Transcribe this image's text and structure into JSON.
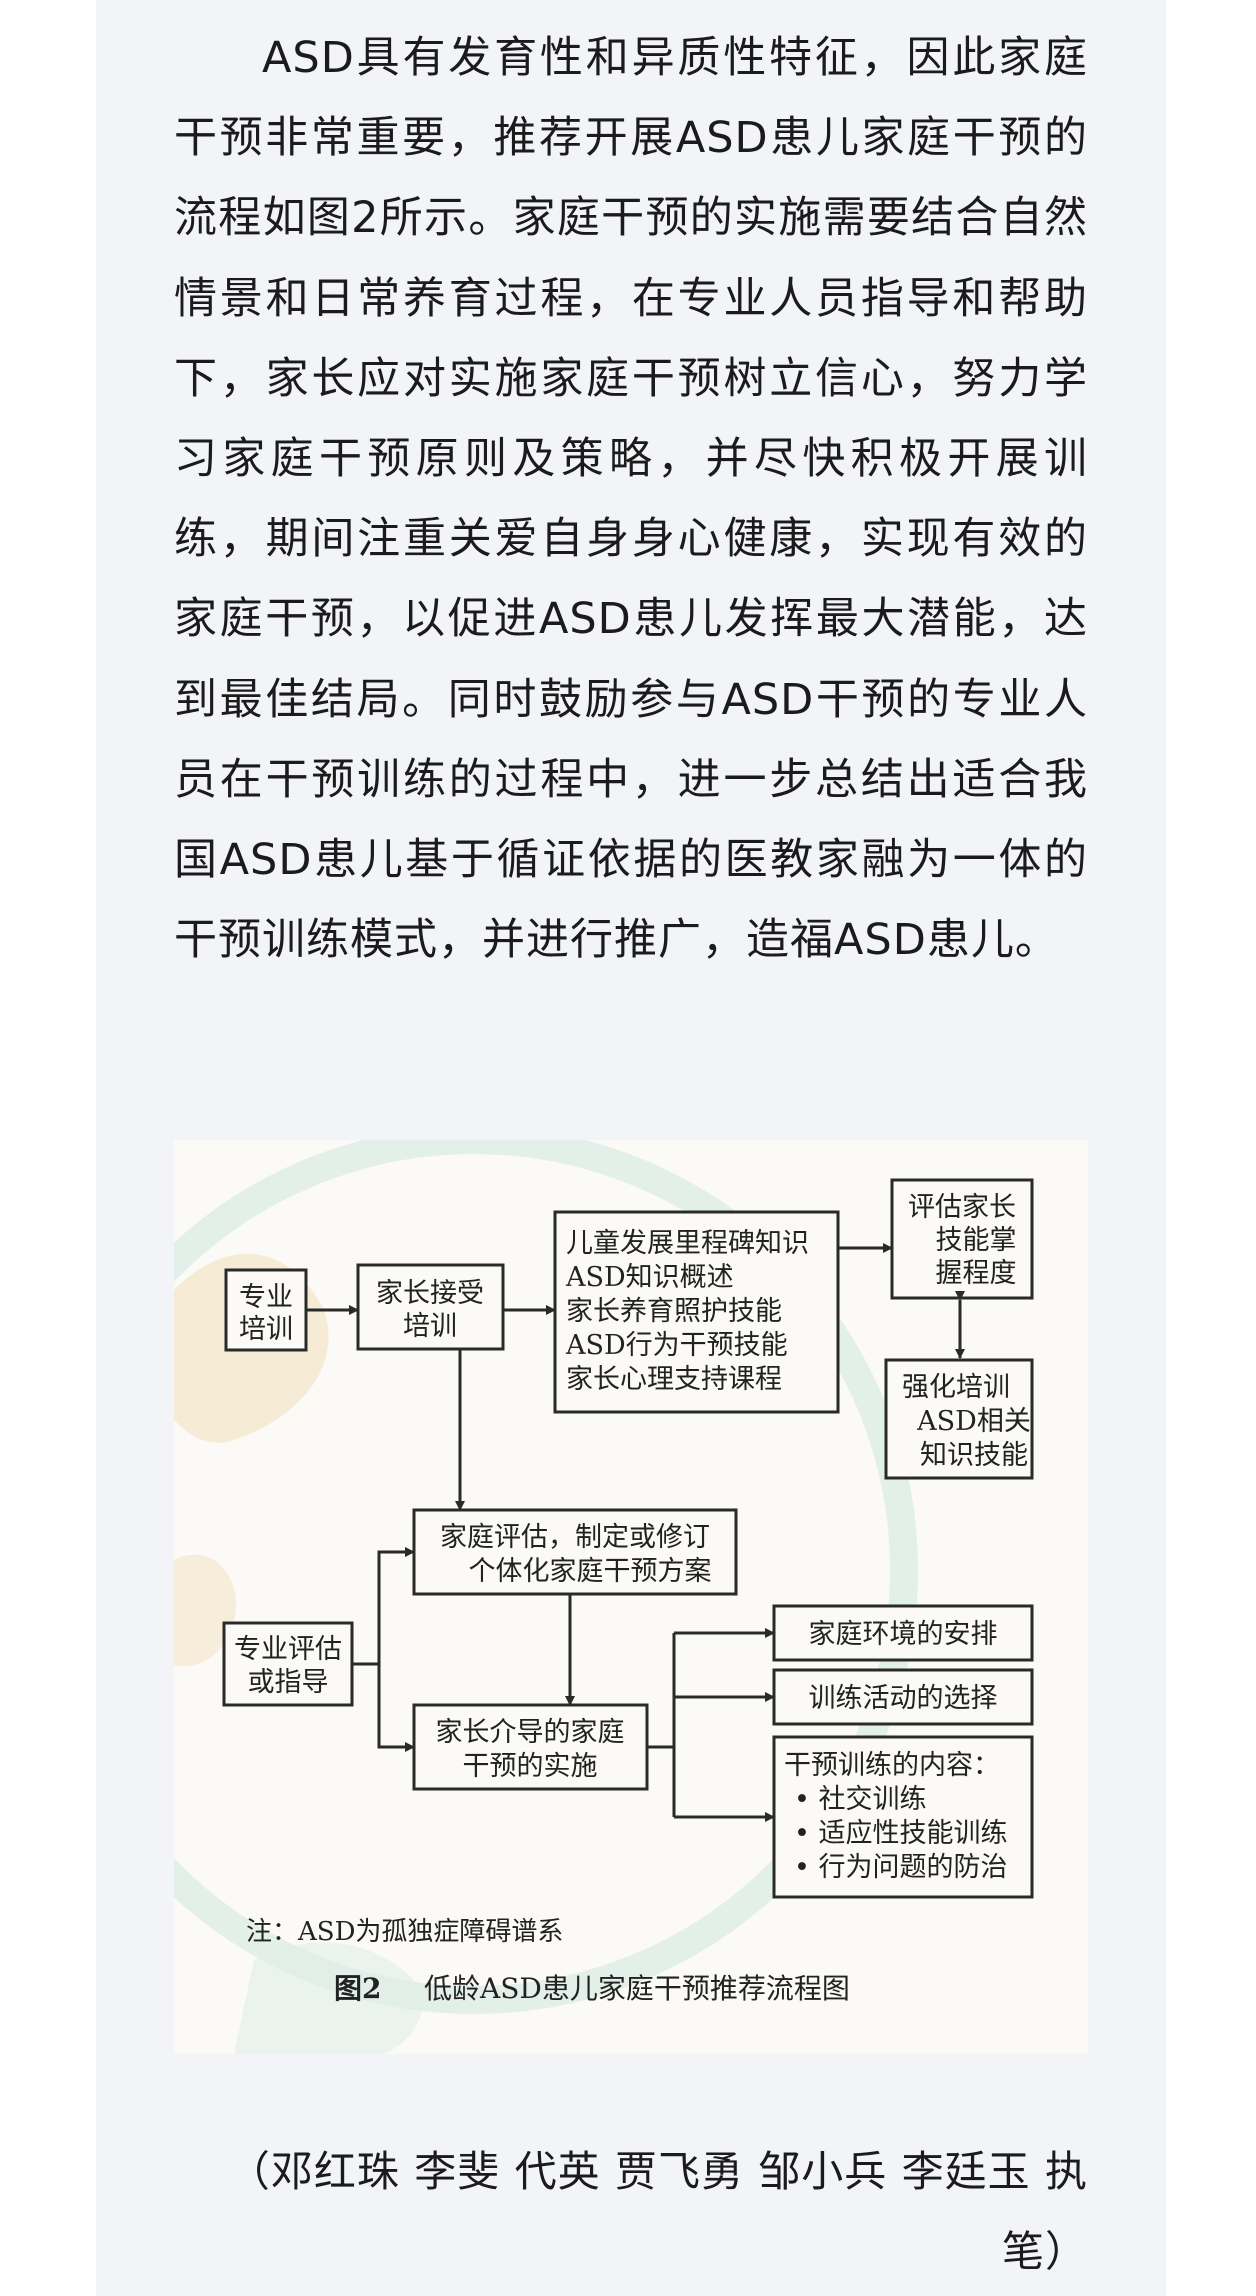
{
  "article": {
    "paragraph": "ASD具有发育性和异质性特征，因此家庭干预非常重要，推荐开展ASD患儿家庭干预的流程如图2所示。家庭干预的实施需要结合自然情景和日常养育过程，在专业人员指导和帮助下，家长应对实施家庭干预树立信心，努力学习家庭干预原则及策略，并尽快积极开展训练，期间注重关爱自身身心健康，实现有效的家庭干预，以促进ASD患儿发挥最大潜能，达到最佳结局。同时鼓励参与ASD干预的专业人员在干预训练的过程中，进一步总结出适合我国ASD患儿基于循证依据的医教家融为一体的干预训练模式，并进行推广，造福ASD患儿。"
  },
  "figure": {
    "nodes": {
      "pro_training": [
        "专业",
        "培训"
      ],
      "parent_training": [
        "家长接受",
        "培训"
      ],
      "courses": [
        "儿童发展里程碑知识",
        "ASD知识概述",
        "家长养育照护技能",
        "ASD行为干预技能",
        "家长心理支持课程"
      ],
      "assess_parent": [
        "评估家长",
        "技能掌",
        "握程度"
      ],
      "reinforce": [
        "强化培训",
        "ASD相关",
        "知识技能"
      ],
      "family_assess": [
        "家庭评估，制定或修订",
        "个体化家庭干预方案"
      ],
      "pro_guide": [
        "专业评估",
        "或指导"
      ],
      "implement": [
        "家长介导的家庭",
        "干预的实施"
      ],
      "env": [
        "家庭环境的安排"
      ],
      "activity": [
        "训练活动的选择"
      ],
      "content": [
        "干预训练的内容：",
        "• 社交训练",
        "• 适应性技能训练",
        "• 行为问题的防治"
      ]
    },
    "note": "注：ASD为孤独症障碍谱系",
    "caption_label": "图2",
    "caption_title": "低龄ASD患儿家庭干预推荐流程图"
  },
  "byline": "（邓红珠 李斐 代英 贾飞勇 邹小兵 李廷玉 执笔）"
}
